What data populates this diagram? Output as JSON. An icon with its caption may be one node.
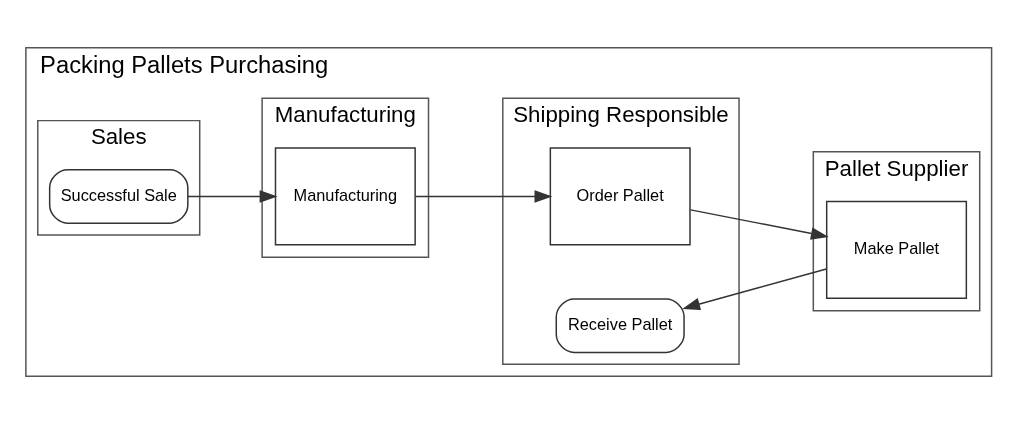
{
  "diagram": {
    "nodes": [
      {
        "text": [
          "Packing Pallets Purchasing"
        ]
      },
      {
        "text": [
          "Sales"
        ],
        "in": 0
      },
      {
        "text": [
          "Manufacturing"
        ],
        "in": 0
      },
      {
        "text": [
          "Shipping Responsible"
        ],
        "in": 0
      },
      {
        "text": [
          "Pallet Supplier"
        ],
        "in": 0
      },
      {
        "text": [
          "Successful Sale"
        ],
        "in": 1
      },
      {
        "text": [
          "Manufacturing"
        ],
        "in": 2
      },
      {
        "text": [
          "Order Pallet"
        ],
        "in": 3
      },
      {
        "text": [
          "Make Pallet"
        ],
        "in": 4
      },
      {
        "text": [
          "Receive Pallet"
        ],
        "in": 3
      }
    ],
    "edges": [
      {
        "from": 5,
        "to": 6,
        "arrow": "to"
      },
      {
        "from": 6,
        "to": 7,
        "arrow": "to"
      },
      {
        "from": 7,
        "to": 8,
        "arrow": "to"
      },
      {
        "from": 8,
        "to": 9,
        "arrow": "to"
      }
    ]
  }
}
